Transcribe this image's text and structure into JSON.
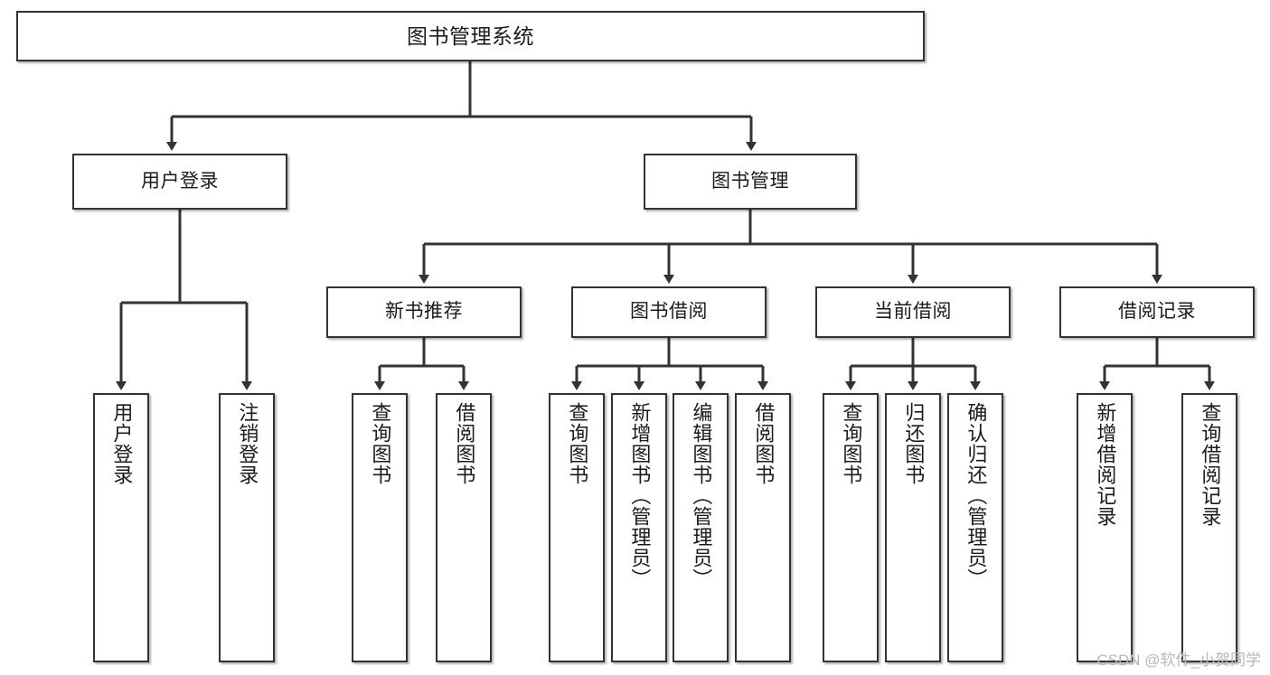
{
  "diagram": {
    "type": "tree",
    "title": "图书管理系统",
    "colors": {
      "box_border": "#333333",
      "box_fill": "#ffffff",
      "connector": "#333333",
      "text": "#1b1b1b",
      "watermark": "#b7b7b7"
    },
    "root": {
      "label": "图书管理系统"
    },
    "level2": [
      {
        "label": "用户登录"
      },
      {
        "label": "图书管理"
      }
    ],
    "level3": [
      {
        "label": "新书推荐"
      },
      {
        "label": "图书借阅"
      },
      {
        "label": "当前借阅"
      },
      {
        "label": "借阅记录"
      }
    ],
    "leaves": {
      "user_login": [
        {
          "label": "用户登录"
        },
        {
          "label": "注销登录"
        }
      ],
      "new_book": [
        {
          "label": "查询图书"
        },
        {
          "label": "借阅图书"
        }
      ],
      "book_borrow": [
        {
          "label": "查询图书"
        },
        {
          "label": "新增图书（管理员）"
        },
        {
          "label": "编辑图书（管理员）"
        },
        {
          "label": "借阅图书"
        }
      ],
      "current_borrow": [
        {
          "label": "查询图书"
        },
        {
          "label": "归还图书"
        },
        {
          "label": "确认归还（管理员）"
        }
      ],
      "borrow_record": [
        {
          "label": "新增借阅记录"
        },
        {
          "label": "查询借阅记录"
        }
      ]
    }
  },
  "watermark": {
    "text": "CSDN @软件_小贺同学"
  }
}
